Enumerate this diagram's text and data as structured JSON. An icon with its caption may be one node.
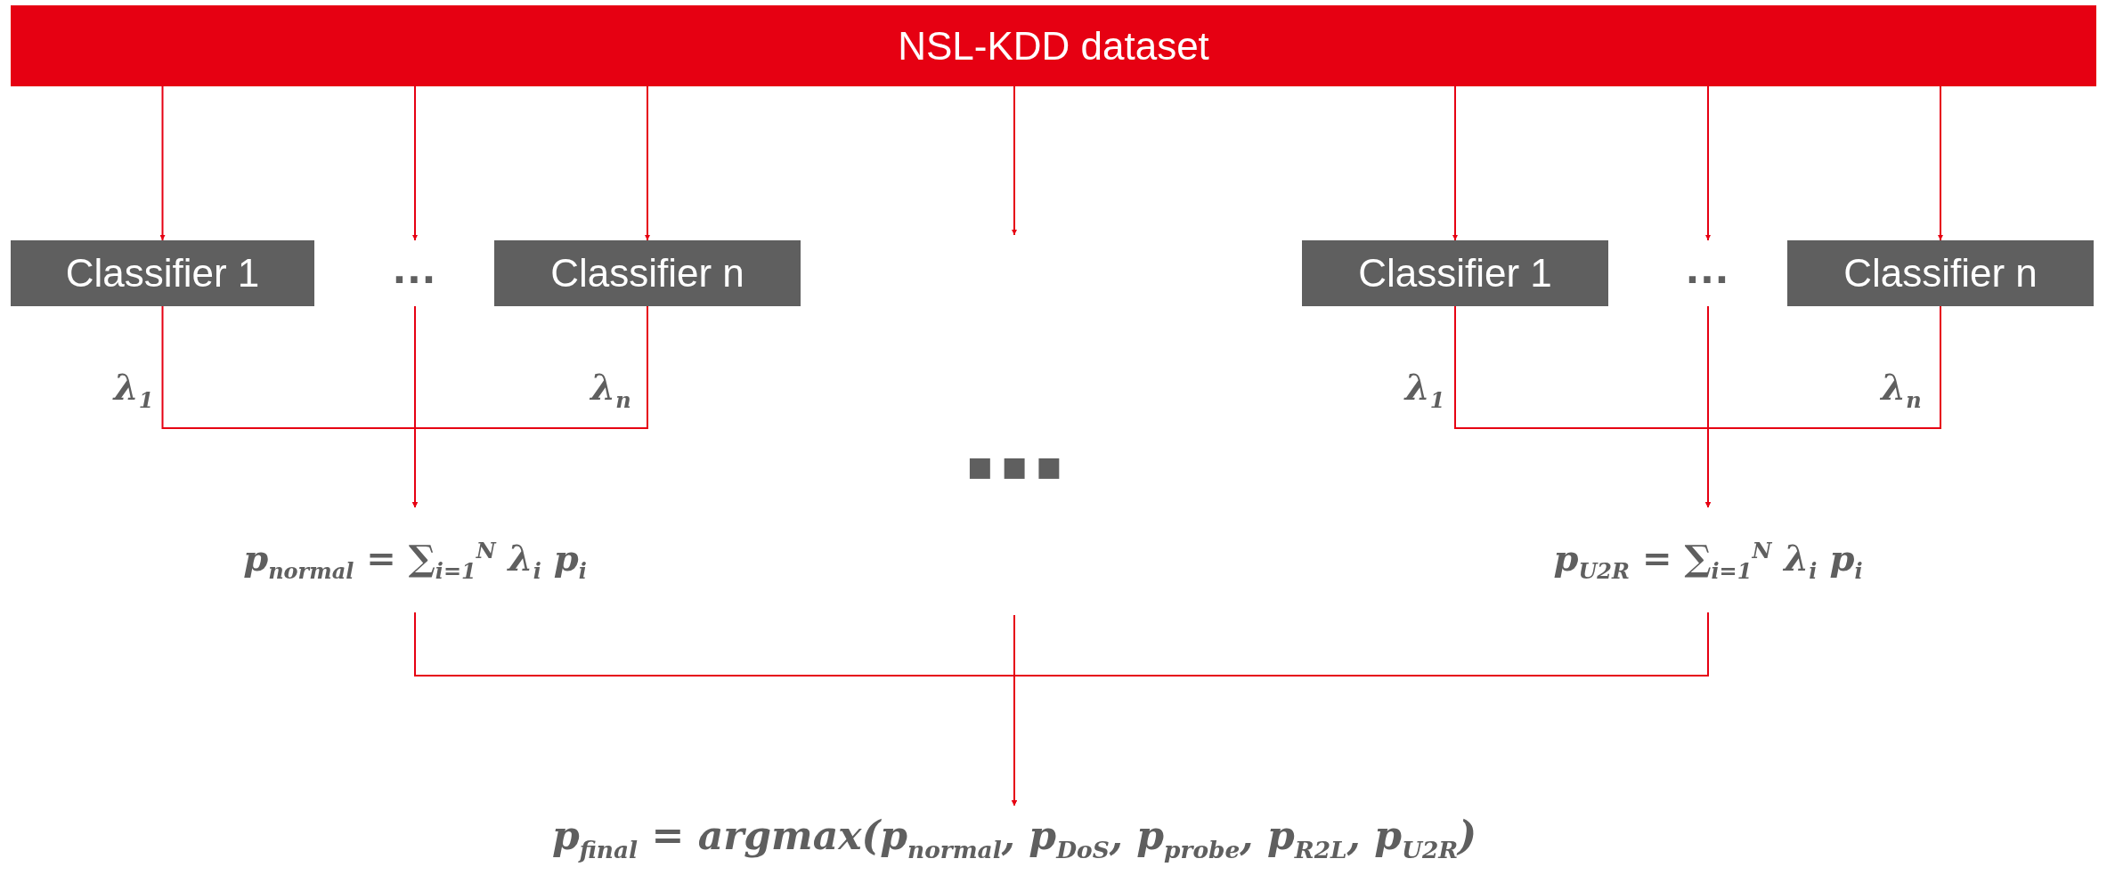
{
  "diagram": {
    "nodes": [
      {
        "text": [
          "NSL-KDD dataset"
        ]
      },
      {
        "text": [
          "Classifier 1"
        ]
      },
      {
        "text": [
          "..."
        ]
      },
      {
        "text": [
          "Classifier n"
        ]
      },
      {
        "text": [
          "Classifier 1"
        ]
      },
      {
        "text": [
          "..."
        ]
      },
      {
        "text": [
          "Classifier n"
        ]
      },
      {
        "text": [
          "p$_{normal}$ = ∑$_{i=1}$$^{N}$ λ$_{i}$ p$_{i}$"
        ]
      },
      {
        "text": [
          "p$_{U2R}$ = ∑$_{i=1}$$^{N}$ λ$_{i}$ p$_{i}$"
        ]
      },
      {
        "text": [
          "p$_{final}$ = argmax(p$_{normal}$, p$_{DoS}$, p$_{probe}$, p$_{R2L}$, p$_{U2R}$)"
        ]
      }
    ],
    "edges": [
      {
        "from": 0,
        "to": 1,
        "arrow": "to"
      },
      {
        "from": 0,
        "to": 2,
        "arrow": "to"
      },
      {
        "from": 0,
        "to": 3,
        "arrow": "to"
      },
      {
        "from": 0,
        "to": null,
        "arrow": "to"
      },
      {
        "from": 0,
        "to": 4,
        "arrow": "to"
      },
      {
        "from": 0,
        "to": 5,
        "arrow": "to"
      },
      {
        "from": 0,
        "to": 6,
        "arrow": "to"
      },
      {
        "from": 1,
        "to": 7,
        "arrow": "to"
      },
      {
        "from": 2,
        "to": 7,
        "arrow": "to"
      },
      {
        "from": 3,
        "to": 7,
        "arrow": "to"
      },
      {
        "from": 4,
        "to": 8,
        "arrow": "to"
      },
      {
        "from": 5,
        "to": 8,
        "arrow": "to"
      },
      {
        "from": 6,
        "to": 8,
        "arrow": "to"
      },
      {
        "from": 7,
        "to": 9,
        "arrow": "to"
      },
      {
        "from": null,
        "to": 9,
        "arrow": "to"
      },
      {
        "from": 8,
        "to": 9,
        "arrow": "to"
      }
    ],
    "labels": [
      "λ$_{1}$",
      "λ$_{n}$",
      "■ ■ ■",
      "λ$_{1}$",
      "λ$_{n}$"
    ]
  }
}
